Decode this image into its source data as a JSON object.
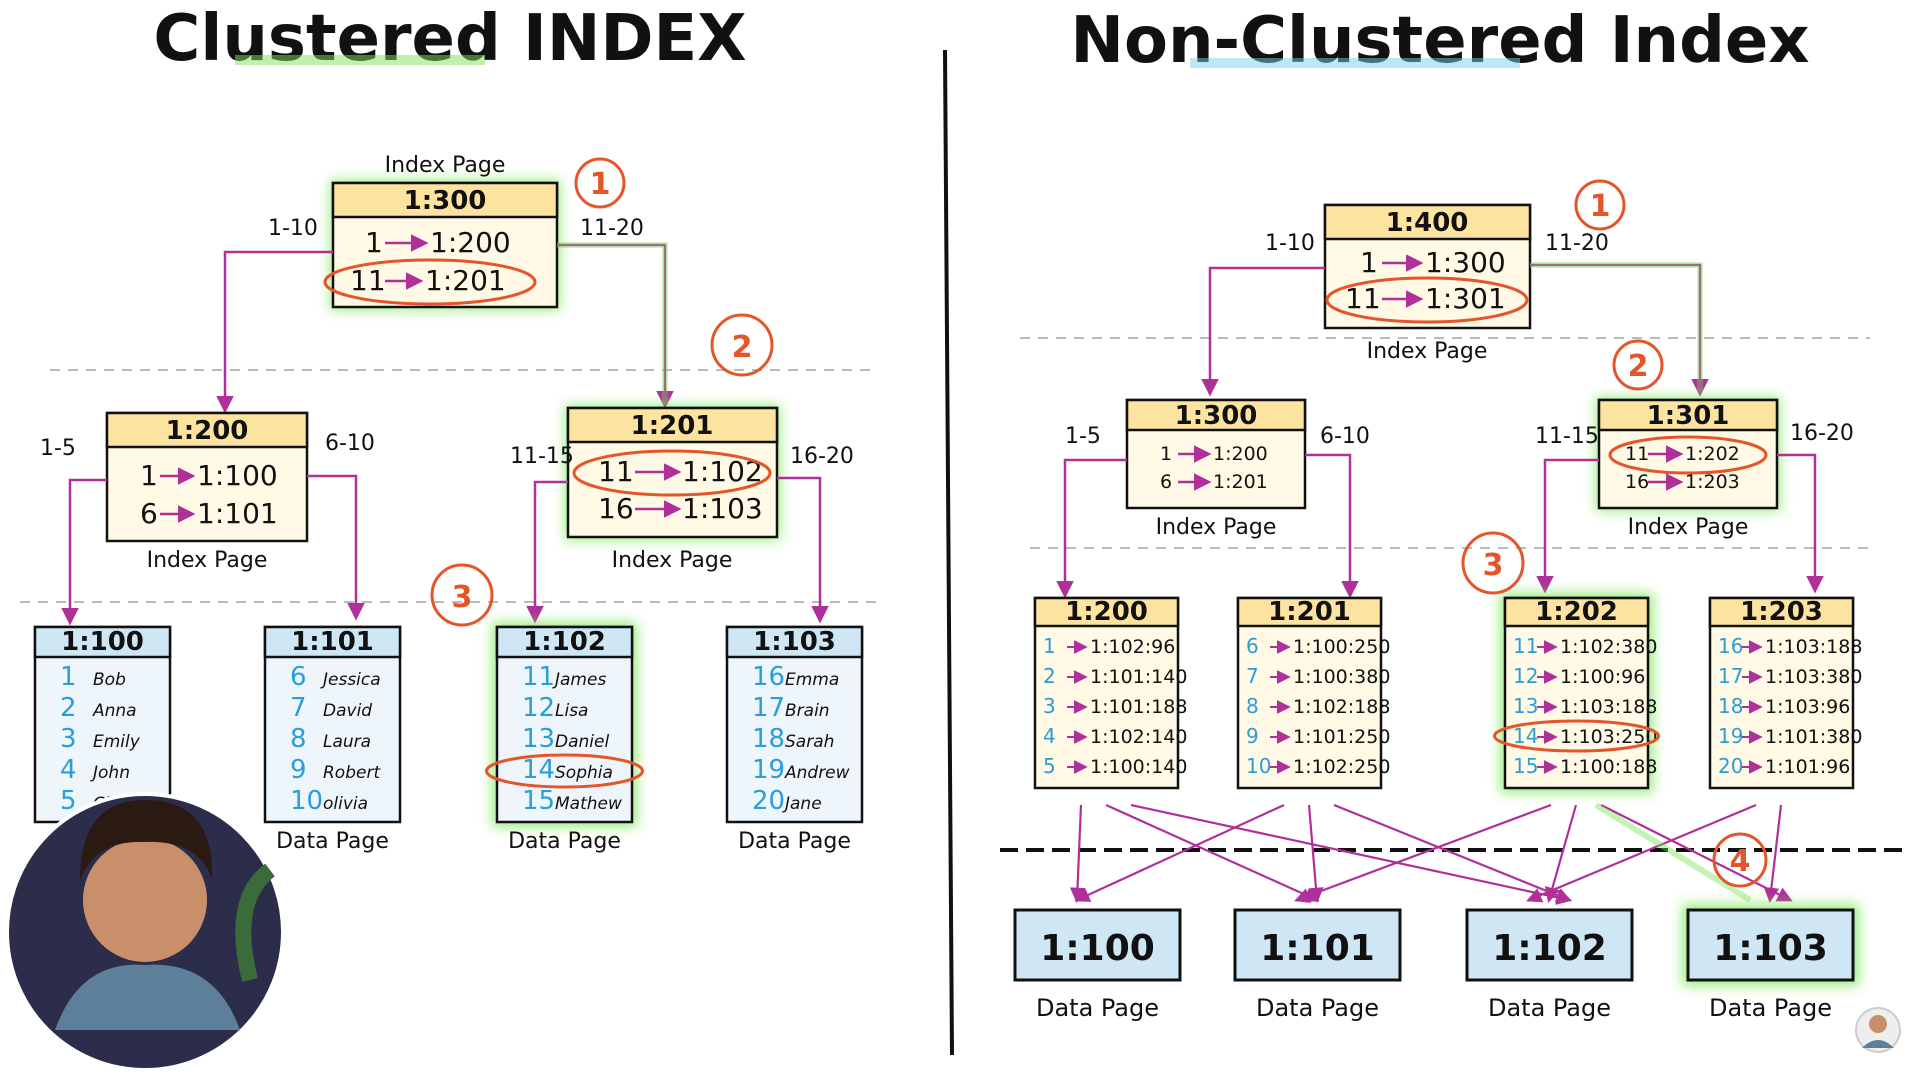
{
  "left": {
    "title": "Clustered INDEX",
    "root": {
      "header": "1:300",
      "rows": [
        [
          "1",
          "1:200"
        ],
        [
          "11",
          "1:201"
        ]
      ],
      "caption": "Index Page"
    },
    "inner_a": {
      "header": "1:200",
      "rows": [
        [
          "1",
          "1:100"
        ],
        [
          "6",
          "1:101"
        ]
      ],
      "caption": "Index Page"
    },
    "inner_b": {
      "header": "1:201",
      "rows": [
        [
          "11",
          "1:102"
        ],
        [
          "16",
          "1:103"
        ]
      ],
      "caption": "Index Page"
    },
    "ranges": {
      "r1_10": "1-10",
      "r11_20": "11-20",
      "r1_5": "1-5",
      "r6_10": "6-10",
      "r11_15": "11-15",
      "r16_20": "16-20"
    },
    "data_pages": [
      {
        "header": "1:100",
        "caption": "Data Page",
        "rows": [
          [
            "1",
            "Bob"
          ],
          [
            "2",
            "Anna"
          ],
          [
            "3",
            "Emily"
          ],
          [
            "4",
            "John"
          ],
          [
            "5",
            "Chris"
          ]
        ]
      },
      {
        "header": "1:101",
        "caption": "Data Page",
        "rows": [
          [
            "6",
            "Jessica"
          ],
          [
            "7",
            "David"
          ],
          [
            "8",
            "Laura"
          ],
          [
            "9",
            "Robert"
          ],
          [
            "10",
            "olivia"
          ]
        ]
      },
      {
        "header": "1:102",
        "caption": "Data Page",
        "rows": [
          [
            "11",
            "James"
          ],
          [
            "12",
            "Lisa"
          ],
          [
            "13",
            "Daniel"
          ],
          [
            "14",
            "Sophia"
          ],
          [
            "15",
            "Mathew"
          ]
        ]
      },
      {
        "header": "1:103",
        "caption": "Data Page",
        "rows": [
          [
            "16",
            "Emma"
          ],
          [
            "17",
            "Brain"
          ],
          [
            "18",
            "Sarah"
          ],
          [
            "19",
            "Andrew"
          ],
          [
            "20",
            "Jane"
          ]
        ]
      }
    ],
    "badges": [
      "1",
      "2",
      "3"
    ]
  },
  "right": {
    "title": "Non-Clustered Index",
    "root": {
      "header": "1:400",
      "rows": [
        [
          "1",
          "1:300"
        ],
        [
          "11",
          "1:301"
        ]
      ],
      "caption": "Index Page"
    },
    "inner_a": {
      "header": "1:300",
      "rows": [
        [
          "1",
          "1:200"
        ],
        [
          "6",
          "1:201"
        ]
      ],
      "caption": "Index Page"
    },
    "inner_b": {
      "header": "1:301",
      "rows": [
        [
          "11",
          "1:202"
        ],
        [
          "16",
          "1:203"
        ]
      ],
      "caption": "Index Page"
    },
    "ranges": {
      "r1_10": "1-10",
      "r11_20": "11-20",
      "r1_5": "1-5",
      "r6_10": "6-10",
      "r11_15": "11-15",
      "r16_20": "16-20"
    },
    "leaf_pages": [
      {
        "header": "1:200",
        "rows": [
          [
            "1",
            "1:102:96"
          ],
          [
            "2",
            "1:101:140"
          ],
          [
            "3",
            "1:101:188"
          ],
          [
            "4",
            "1:102:140"
          ],
          [
            "5",
            "1:100:140"
          ]
        ]
      },
      {
        "header": "1:201",
        "rows": [
          [
            "6",
            "1:100:250"
          ],
          [
            "7",
            "1:100:380"
          ],
          [
            "8",
            "1:102:188"
          ],
          [
            "9",
            "1:101:250"
          ],
          [
            "10",
            "1:102:250"
          ]
        ]
      },
      {
        "header": "1:202",
        "rows": [
          [
            "11",
            "1:102:380"
          ],
          [
            "12",
            "1:100:96"
          ],
          [
            "13",
            "1:103:188"
          ],
          [
            "14",
            "1:103:250"
          ],
          [
            "15",
            "1:100:188"
          ]
        ]
      },
      {
        "header": "1:203",
        "rows": [
          [
            "16",
            "1:103:188"
          ],
          [
            "17",
            "1:103:380"
          ],
          [
            "18",
            "1:103:96"
          ],
          [
            "19",
            "1:101:380"
          ],
          [
            "20",
            "1:101:96"
          ]
        ]
      }
    ],
    "data_pages": [
      {
        "header": "1:100",
        "caption": "Data Page"
      },
      {
        "header": "1:101",
        "caption": "Data Page"
      },
      {
        "header": "1:102",
        "caption": "Data Page"
      },
      {
        "header": "1:103",
        "caption": "Data Page"
      }
    ],
    "badges": [
      "1",
      "2",
      "3",
      "4"
    ]
  },
  "colors": {
    "header_fill": "#fce3a0",
    "body_fill": "#fff9e6",
    "data_header": "#cfe6f5",
    "data_body": "#eef6fc",
    "arrow": "#b0309a",
    "highlight": "#6fe34a",
    "badge": "#e4552a",
    "number": "#2a9ed6"
  }
}
